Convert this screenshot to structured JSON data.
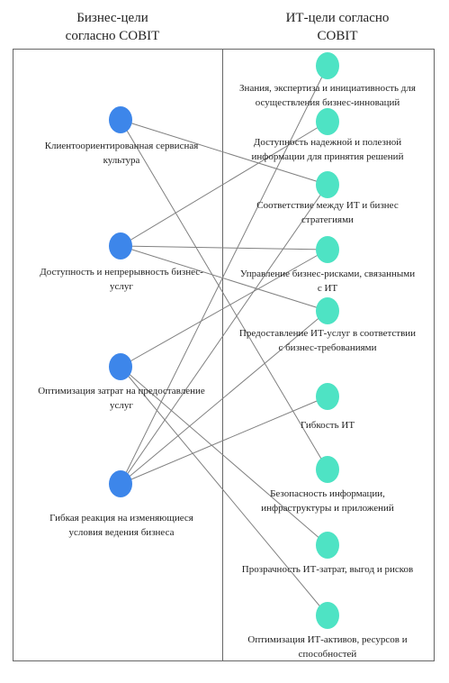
{
  "titles": {
    "business": "Бизнес-цели согласно COBIT",
    "it": "ИТ-цели согласно COBIT"
  },
  "colors": {
    "business_node": "#3d86ea",
    "it_node": "#4ee3c4",
    "edge": "#808080",
    "border": "#666666"
  },
  "business_goals": [
    {
      "id": "b1",
      "label": "Клиентоориентированная сервисная культура"
    },
    {
      "id": "b2",
      "label": "Доступность и непрерывность бизнес-услуг"
    },
    {
      "id": "b3",
      "label": "Оптимизация затрат на предоставление услуг"
    },
    {
      "id": "b4",
      "label": "Гибкая реакция на изменяющиеся условия ведения бизнеса"
    }
  ],
  "it_goals": [
    {
      "id": "i1",
      "label": "Знания, экспертиза и инициативность для осуществления бизнес-инноваций"
    },
    {
      "id": "i2",
      "label": "Доступность надежной и полезной информации для принятия решений"
    },
    {
      "id": "i3",
      "label": "Соответствие между ИТ и бизнес стратегиями"
    },
    {
      "id": "i4",
      "label": "Управление бизнес-рисками, связанными с ИТ"
    },
    {
      "id": "i5",
      "label": "Предоставление ИТ-услуг в соответствии с бизнес-требованиями"
    },
    {
      "id": "i6",
      "label": "Гибкость ИТ"
    },
    {
      "id": "i7",
      "label": "Безопасность информации, инфраструктуры и приложений"
    },
    {
      "id": "i8",
      "label": "Прозрачность ИТ-затрат, выгод и рисков"
    },
    {
      "id": "i9",
      "label": "Оптимизация ИТ-активов, ресурсов и способностей"
    }
  ],
  "links": [
    [
      "b1",
      "i3"
    ],
    [
      "b1",
      "i7"
    ],
    [
      "b2",
      "i2"
    ],
    [
      "b2",
      "i4"
    ],
    [
      "b2",
      "i5"
    ],
    [
      "b3",
      "i4"
    ],
    [
      "b3",
      "i8"
    ],
    [
      "b3",
      "i9"
    ],
    [
      "b4",
      "i1"
    ],
    [
      "b4",
      "i3"
    ],
    [
      "b4",
      "i5"
    ],
    [
      "b4",
      "i6"
    ]
  ]
}
